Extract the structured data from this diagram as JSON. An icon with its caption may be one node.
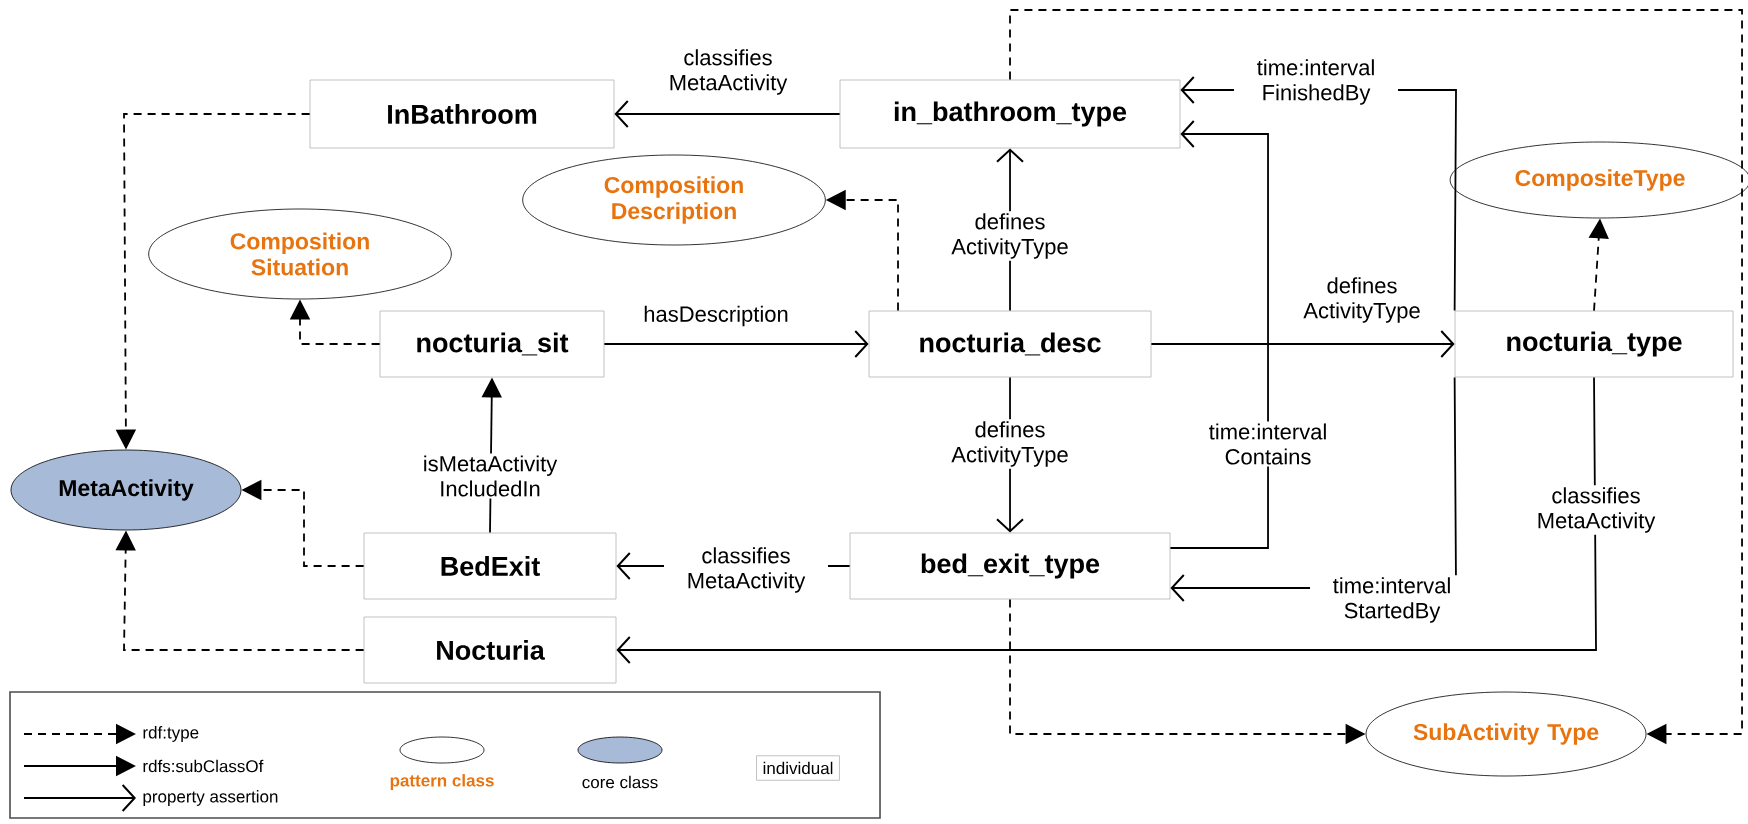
{
  "diagram": {
    "nodes": [
      {
        "text": [
          "InBathroom"
        ]
      },
      {
        "text": [
          "in_bathroom_type"
        ]
      },
      {
        "text": [
          "Composition Description"
        ]
      },
      {
        "text": [
          "Composition Situation"
        ]
      },
      {
        "text": [
          "CompositeType"
        ]
      },
      {
        "text": [
          "nocturia_sit"
        ]
      },
      {
        "text": [
          "nocturia_desc"
        ]
      },
      {
        "text": [
          "nocturia_type"
        ]
      },
      {
        "text": [
          "MetaActivity"
        ]
      },
      {
        "text": [
          "BedExit"
        ]
      },
      {
        "text": [
          "bed_exit_type"
        ]
      },
      {
        "text": [
          "Nocturia"
        ]
      },
      {
        "text": [
          "SubActivity Type"
        ]
      }
    ],
    "edges": [
      {
        "from": 1,
        "to": 0,
        "arrow": "to",
        "label": "classifies MetaActivity"
      },
      {
        "from": 0,
        "to": 8,
        "arrow": "to",
        "style": "dashed"
      },
      {
        "from": 6,
        "to": 2,
        "arrow": "to",
        "style": "dashed"
      },
      {
        "from": 5,
        "to": 3,
        "arrow": "to",
        "style": "dashed"
      },
      {
        "from": 5,
        "to": 6,
        "arrow": "to",
        "label": "hasDescription"
      },
      {
        "from": 6,
        "to": 1,
        "arrow": "to",
        "label": "defines ActivityType"
      },
      {
        "from": 6,
        "to": 7,
        "arrow": "to",
        "label": "defines ActivityType"
      },
      {
        "from": 6,
        "to": 10,
        "arrow": "to",
        "label": "defines ActivityType"
      },
      {
        "from": 7,
        "to": 4,
        "arrow": "to",
        "style": "dashed"
      },
      {
        "from": 9,
        "to": 5,
        "arrow": "to",
        "label": "isMetaActivity IncludedIn"
      },
      {
        "from": 10,
        "to": 9,
        "arrow": "to",
        "label": "classifies MetaActivity"
      },
      {
        "from": 9,
        "to": 8,
        "arrow": "to",
        "style": "dashed"
      },
      {
        "from": 11,
        "to": 8,
        "arrow": "to",
        "style": "dashed"
      },
      {
        "from": 7,
        "to": 11,
        "arrow": "to",
        "label": "classifies MetaActivity"
      },
      {
        "from": 10,
        "to": 1,
        "arrow": "to",
        "label": "time:interval Contains"
      },
      {
        "from": 7,
        "to": 1,
        "arrow": "to",
        "label": "time:interval FinishedBy"
      },
      {
        "from": 7,
        "to": 10,
        "arrow": "to",
        "label": "time:interval StartedBy"
      },
      {
        "from": 10,
        "to": 12,
        "arrow": "to",
        "style": "dashed"
      },
      {
        "from": 1,
        "to": 12,
        "arrow": "to",
        "style": "dashed"
      }
    ],
    "legend": [
      {
        "text": "rdf:type"
      },
      {
        "text": "rdfs:subClassOf"
      },
      {
        "text": "property assertion"
      },
      {
        "text": "pattern class"
      },
      {
        "text": "core class",
        "color": "#a7bbd8"
      },
      {
        "text": "individual"
      }
    ]
  }
}
